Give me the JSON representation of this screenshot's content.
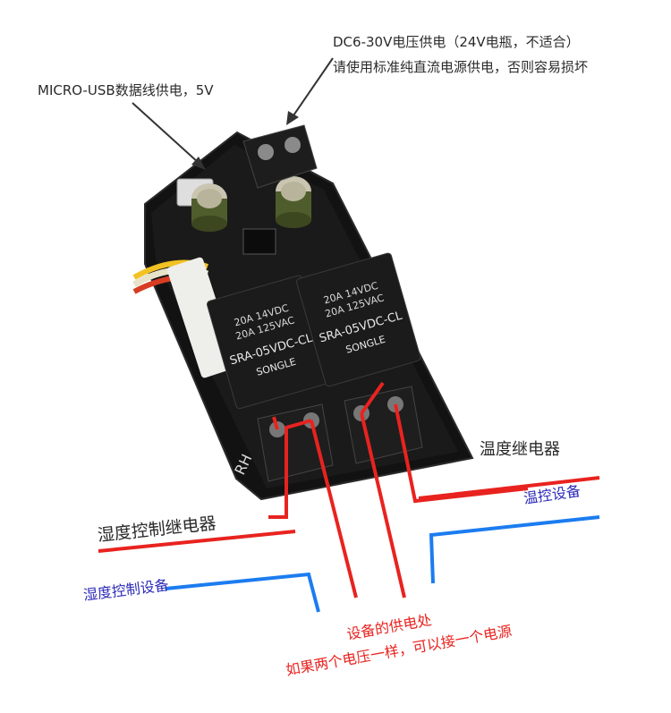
{
  "annotations": {
    "dc_supply_line1": "DC6-30V电压供电（24V电瓶，不适合）",
    "dc_supply_line2": "请使用标准纯直流电源供电，否则容易损坏",
    "usb_supply": "MICRO-USB数据线供电，5V",
    "temp_relay": "温度继电器",
    "temp_device": "温控设备",
    "humid_relay": "湿度控制继电器",
    "humid_device": "湿度控制设备",
    "power_point": "设备的供电处",
    "same_voltage_note": "如果两个电压一样，可以接一个电源"
  },
  "board": {
    "relay_model": "SRA-05VDC-CL",
    "relay_brand": "SONGLE",
    "relay_rating_1": "20A 14VDC",
    "relay_rating_2": "20A 125VAC",
    "silkscreen_rh": "RH"
  },
  "colors": {
    "annotation_black": "#2a2a2a",
    "annotation_red": "#e8231f",
    "annotation_blue": "#2c2ab8",
    "pcb": "#151515",
    "relay": "#1b1b1b"
  }
}
